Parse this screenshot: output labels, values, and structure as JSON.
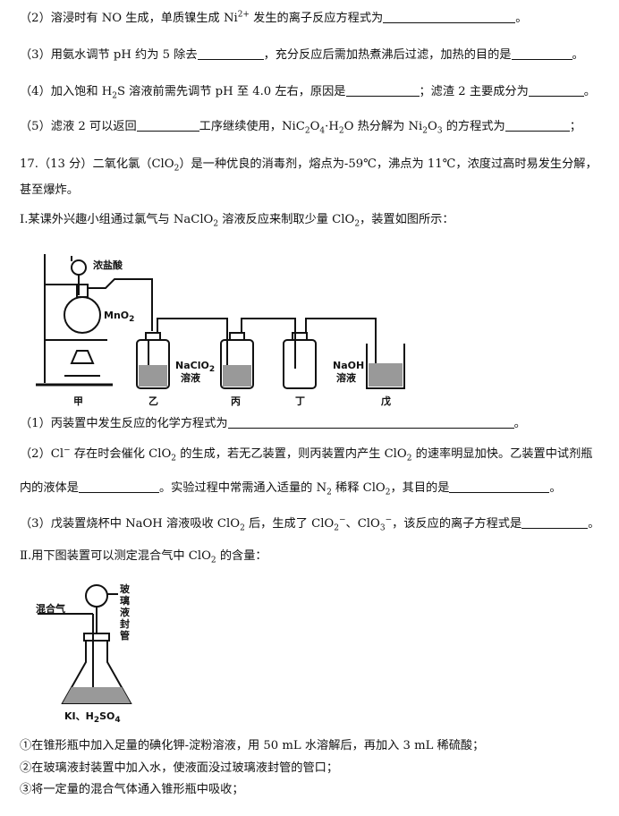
{
  "q16": {
    "p2_a": "（2）溶浸时有 NO 生成，单质镍生成 Ni",
    "p2_sup": "2+",
    "p2_b": " 发生的离子反应方程式为",
    "p2_end": "。",
    "p3_a": "（3）用氨水调节 pH 约为 5 除去",
    "p3_b": "，充分反应后需加热煮沸后过滤，加热的目的是",
    "p3_end": "。",
    "p4_a": "（4）加入饱和 H",
    "p4_sub": "2",
    "p4_b": "S 溶液前需先调节 pH 至 4.0 左右，原因是",
    "p4_c": "；滤渣 2 主要成分为",
    "p4_end": "。",
    "p5_a": "（5）滤液 2 可以返回",
    "p5_b": "工序继续使用，NiC",
    "p5_sub1": "2",
    "p5_c": "O",
    "p5_sub2": "4",
    "p5_d": "·H",
    "p5_sub3": "2",
    "p5_e": "O 热分解为 Ni",
    "p5_sub4": "2",
    "p5_f": "O",
    "p5_sub5": "3",
    "p5_g": " 的方程式为",
    "p5_end": "；"
  },
  "q17": {
    "intro_a": "17.（13 分）二氧化氯（ClO",
    "intro_sub": "2",
    "intro_b": "）是一种优良的消毒剂，熔点为-59℃，沸点为 11℃，浓度过高时易发生分解，",
    "intro_c": "甚至爆炸。",
    "part1_a": "Ⅰ.某课外兴趣小组通过氯气与 NaClO",
    "part1_sub1": "2",
    "part1_b": " 溶液反应来制取少量 ClO",
    "part1_sub2": "2",
    "part1_c": "，装置如图所示：",
    "q1_a": "（1）丙装置中发生反应的化学方程式为",
    "q1_end": "。",
    "q2_a": "（2）Cl",
    "q2_sup": "−",
    "q2_b": " 存在时会催化 ClO",
    "q2_sub1": "2",
    "q2_c": " 的生成，若无乙装置，则丙装置内产生 ClO",
    "q2_sub2": "2",
    "q2_d": " 的速率明显加快。乙装置中试剂瓶",
    "q2_e": "内的液体是",
    "q2_f": "。实验过程中常需通入适量的 N",
    "q2_sub3": "2",
    "q2_g": " 稀释 ClO",
    "q2_sub4": "2",
    "q2_h": "，其目的是",
    "q2_end": "。",
    "q3_a": "（3）戊装置烧杯中 NaOH 溶液吸收 ClO",
    "q3_sub1": "2",
    "q3_b": " 后，生成了 ClO",
    "q3_sub2": "2",
    "q3_sup2": "−",
    "q3_c": "、ClO",
    "q3_sub3": "3",
    "q3_sup3": "−",
    "q3_d": "，该反应的离子方程式是",
    "q3_end": "。",
    "part2_a": "Ⅱ.用下图装置可以测定混合气中 ClO",
    "part2_sub": "2",
    "part2_b": " 的含量：",
    "step1": "①在锥形瓶中加入足量的碘化钾-淀粉溶液，用 50 mL 水溶解后，再加入 3 mL 稀硫酸；",
    "step2": "②在玻璃液封装置中加入水，使液面没过玻璃液封管的管口；",
    "step3": "③将一定量的混合气体通入锥形瓶中吸收；"
  },
  "figure1": {
    "label_hcl": "浓盐酸",
    "label_mno2_a": "MnO",
    "label_mno2_sub": "2",
    "label_naclo2_a": "NaClO",
    "label_naclo2_sub": "2",
    "label_naclo2_b": "溶液",
    "label_naoh_a": "NaOH",
    "label_naoh_b": "溶液",
    "label_jia": "甲",
    "label_yi": "乙",
    "label_bing": "丙",
    "label_ding": "丁",
    "label_wu": "戊"
  },
  "figure2": {
    "label_gas": "混合气",
    "label_seal_1": "玻",
    "label_seal_2": "璃",
    "label_seal_3": "液",
    "label_seal_4": "封",
    "label_seal_5": "管",
    "label_reagent_a": "KI、H",
    "label_reagent_sub1": "2",
    "label_reagent_b": "SO",
    "label_reagent_sub2": "4"
  }
}
